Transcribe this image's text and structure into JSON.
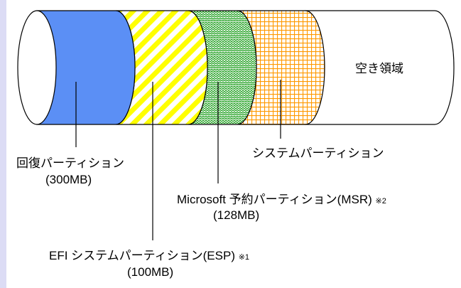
{
  "diagram": {
    "free_space_label": "空き領域",
    "recovery": {
      "name": "回復パーティション",
      "size": "(300MB)"
    },
    "esp": {
      "name": "EFI システムパーティション(ESP)",
      "note": "※1",
      "size": "(100MB)"
    },
    "msr": {
      "name": "Microsoft 予約パーティション(MSR)",
      "note": "※2",
      "size": "(128MB)"
    },
    "system": {
      "name": "システムパーティション"
    }
  },
  "colors": {
    "recovery": "#5b8ff5",
    "esp_stripe": "#ffff00",
    "msr_pattern": "#20a020",
    "system_grid": "#ff9900",
    "outline": "#000000",
    "side_strip": "#dcdcf5"
  }
}
